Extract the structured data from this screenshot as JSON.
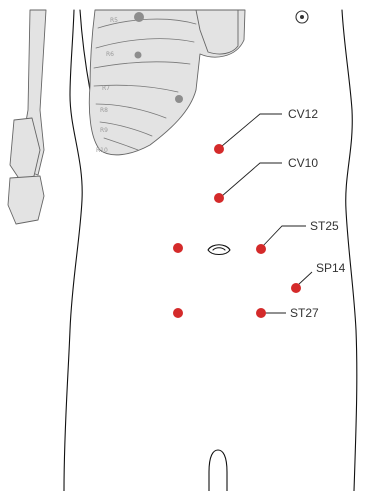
{
  "colors": {
    "point": "#d42a2a",
    "bone": "#e3e3e3",
    "outline": "#111111"
  },
  "points": [
    {
      "id": "cv12",
      "label": "CV12"
    },
    {
      "id": "cv10",
      "label": "CV10"
    },
    {
      "id": "st25-left",
      "label": ""
    },
    {
      "id": "st25-right",
      "label": "ST25"
    },
    {
      "id": "sp14",
      "label": "SP14"
    },
    {
      "id": "st27-left",
      "label": ""
    },
    {
      "id": "st27-right",
      "label": "ST27"
    }
  ]
}
